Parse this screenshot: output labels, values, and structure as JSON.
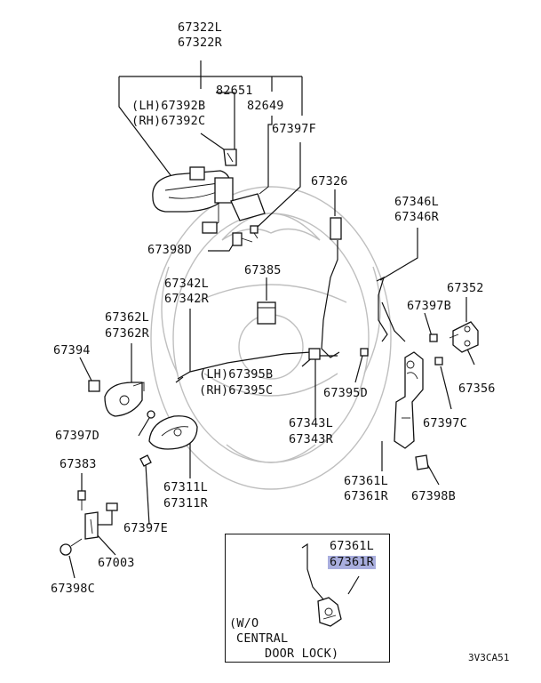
{
  "diagram": {
    "labels": {
      "p67322": [
        "67322L",
        "67322R"
      ],
      "p82651": "82651",
      "p67392": [
        "(LH)67392B",
        "(RH)67392C"
      ],
      "p82649": "82649",
      "p67397F": "67397F",
      "p67326": "67326",
      "p67346": [
        "67346L",
        "67346R"
      ],
      "p67398D": "67398D",
      "p67385": "67385",
      "p67342": [
        "67342L",
        "67342R"
      ],
      "p67352": "67352",
      "p67397B": "67397B",
      "p67362": [
        "67362L",
        "67362R"
      ],
      "p67394": "67394",
      "p67395": [
        "(LH)67395B",
        "(RH)67395C"
      ],
      "p67356": "67356",
      "p67395D": "67395D",
      "p67397C": "67397C",
      "p67343": [
        "67343L",
        "67343R"
      ],
      "p67397D": "67397D",
      "p67383": "67383",
      "p67311": [
        "67311L",
        "67311R"
      ],
      "p67361": [
        "67361L",
        "67361R"
      ],
      "p67398B": "67398B",
      "p67397E": "67397E",
      "p67003": "67003",
      "p67398C": "67398C"
    },
    "inset": {
      "labels": [
        "67361L",
        "67361R"
      ],
      "highlighted": "67361R",
      "note": [
        "(W/O",
        "CENTRAL",
        "DOOR LOCK)"
      ]
    },
    "code": "3V3CA51",
    "colors": {
      "line": "#111111",
      "highlight": "#a9aede",
      "watermark": "#bfbfbf"
    }
  }
}
